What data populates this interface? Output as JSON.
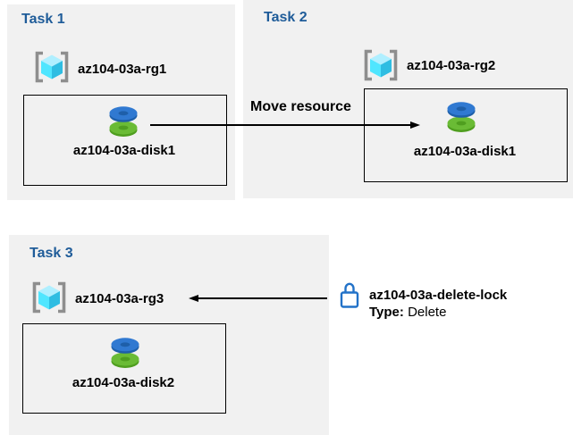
{
  "colors": {
    "panel_bg": "#f1f1f1",
    "task_title_blue": "#1f5c99",
    "label_text": "#000000",
    "arrow_black": "#000000",
    "lock_blue": "#2272c8",
    "disk_blue": "#3079d1",
    "disk_blue_dark": "#1e5fa9",
    "disk_green": "#6abb35",
    "disk_green_dark": "#4f9e1f",
    "cube_top": "#b0efff",
    "cube_left": "#50e6ff",
    "cube_right": "#2fbde2",
    "bracket_gray": "#8e8e8e"
  },
  "tasks": [
    {
      "title": "Task 1",
      "resource_group": "az104-03a-rg1",
      "disk": "az104-03a-disk1"
    },
    {
      "title": "Task 2",
      "resource_group": "az104-03a-rg2",
      "disk": "az104-03a-disk1"
    },
    {
      "title": "Task 3",
      "resource_group": "az104-03a-rg3",
      "disk": "az104-03a-disk2"
    }
  ],
  "move_arrow": {
    "label": "Move resource"
  },
  "delete_lock": {
    "name": "az104-03a-delete-lock",
    "type_label": "Type:",
    "type_value": "Delete"
  }
}
